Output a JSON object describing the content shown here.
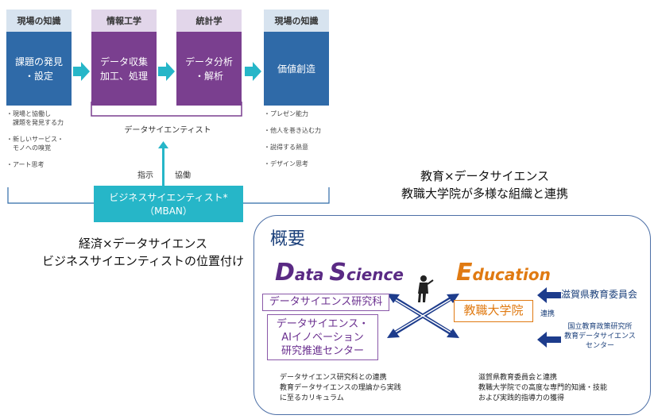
{
  "flow": {
    "steps": [
      {
        "header": "現場の知識",
        "body_lines": [
          "課題の発見",
          "・設定"
        ]
      },
      {
        "header": "情報工学",
        "body_lines": [
          "データ収集",
          "加工、処理"
        ]
      },
      {
        "header": "統計学",
        "body_lines": [
          "データ分析",
          "・解析"
        ]
      },
      {
        "header": "現場の知識",
        "body_lines": [
          "価値創造"
        ]
      }
    ],
    "left_bullets": [
      "・現場と協働し\n　課題を発見する力",
      "・新しいサービス・\n　モノへの嗅覚",
      "・アート思考"
    ],
    "right_bullets": [
      "・プレゼン能力",
      "・他人を巻き込む力",
      "・説得する熱意",
      "・デザイン思考"
    ],
    "data_scientist_label": "データサイエンティスト",
    "instruct_label": "指示",
    "collab_label": "協働",
    "mban_line1": "ビジネスサイエンティスト*",
    "mban_line2": "（MBAN）"
  },
  "caption_left": {
    "line1": "経済×データサイエンス",
    "line2": "ビジネスサイエンティストの位置付け"
  },
  "caption_right": {
    "line1": "教育×データサイエンス",
    "line2": "教職大学院が多様な組織と連携"
  },
  "overview": {
    "title": "概要",
    "ds_d": "D",
    "ds_ata": "ata ",
    "ds_s": "S",
    "ds_cience": "cience",
    "ed_e": "E",
    "ed_ducation": "ducation",
    "box_ds_dept": "データサイエンス研究科",
    "box_center_lines": [
      "データサイエンス・",
      "AIイノベーション",
      "研究推進センター"
    ],
    "box_kyoshoku": "教職大学院",
    "shiga": "滋賀県教育委員会",
    "renkei": "連携",
    "nier_lines": [
      "国立教育政策研究所",
      "教育データサイエンス",
      "センター"
    ],
    "note_left_lines": [
      "データサイエンス研究科との連携",
      "教育データサイエンスの理論から実践",
      "に至るカリキュラム"
    ],
    "note_right_lines": [
      "滋賀県教育委員会と連携",
      "教職大学院での高度な専門的知識・技能",
      "および実践的指導力の獲得"
    ]
  },
  "colors": {
    "blue": "#2f6aa8",
    "purple": "#7a3f8f",
    "teal": "#26b6c8",
    "orange": "#e07a12",
    "navy": "#1a3f7a"
  }
}
